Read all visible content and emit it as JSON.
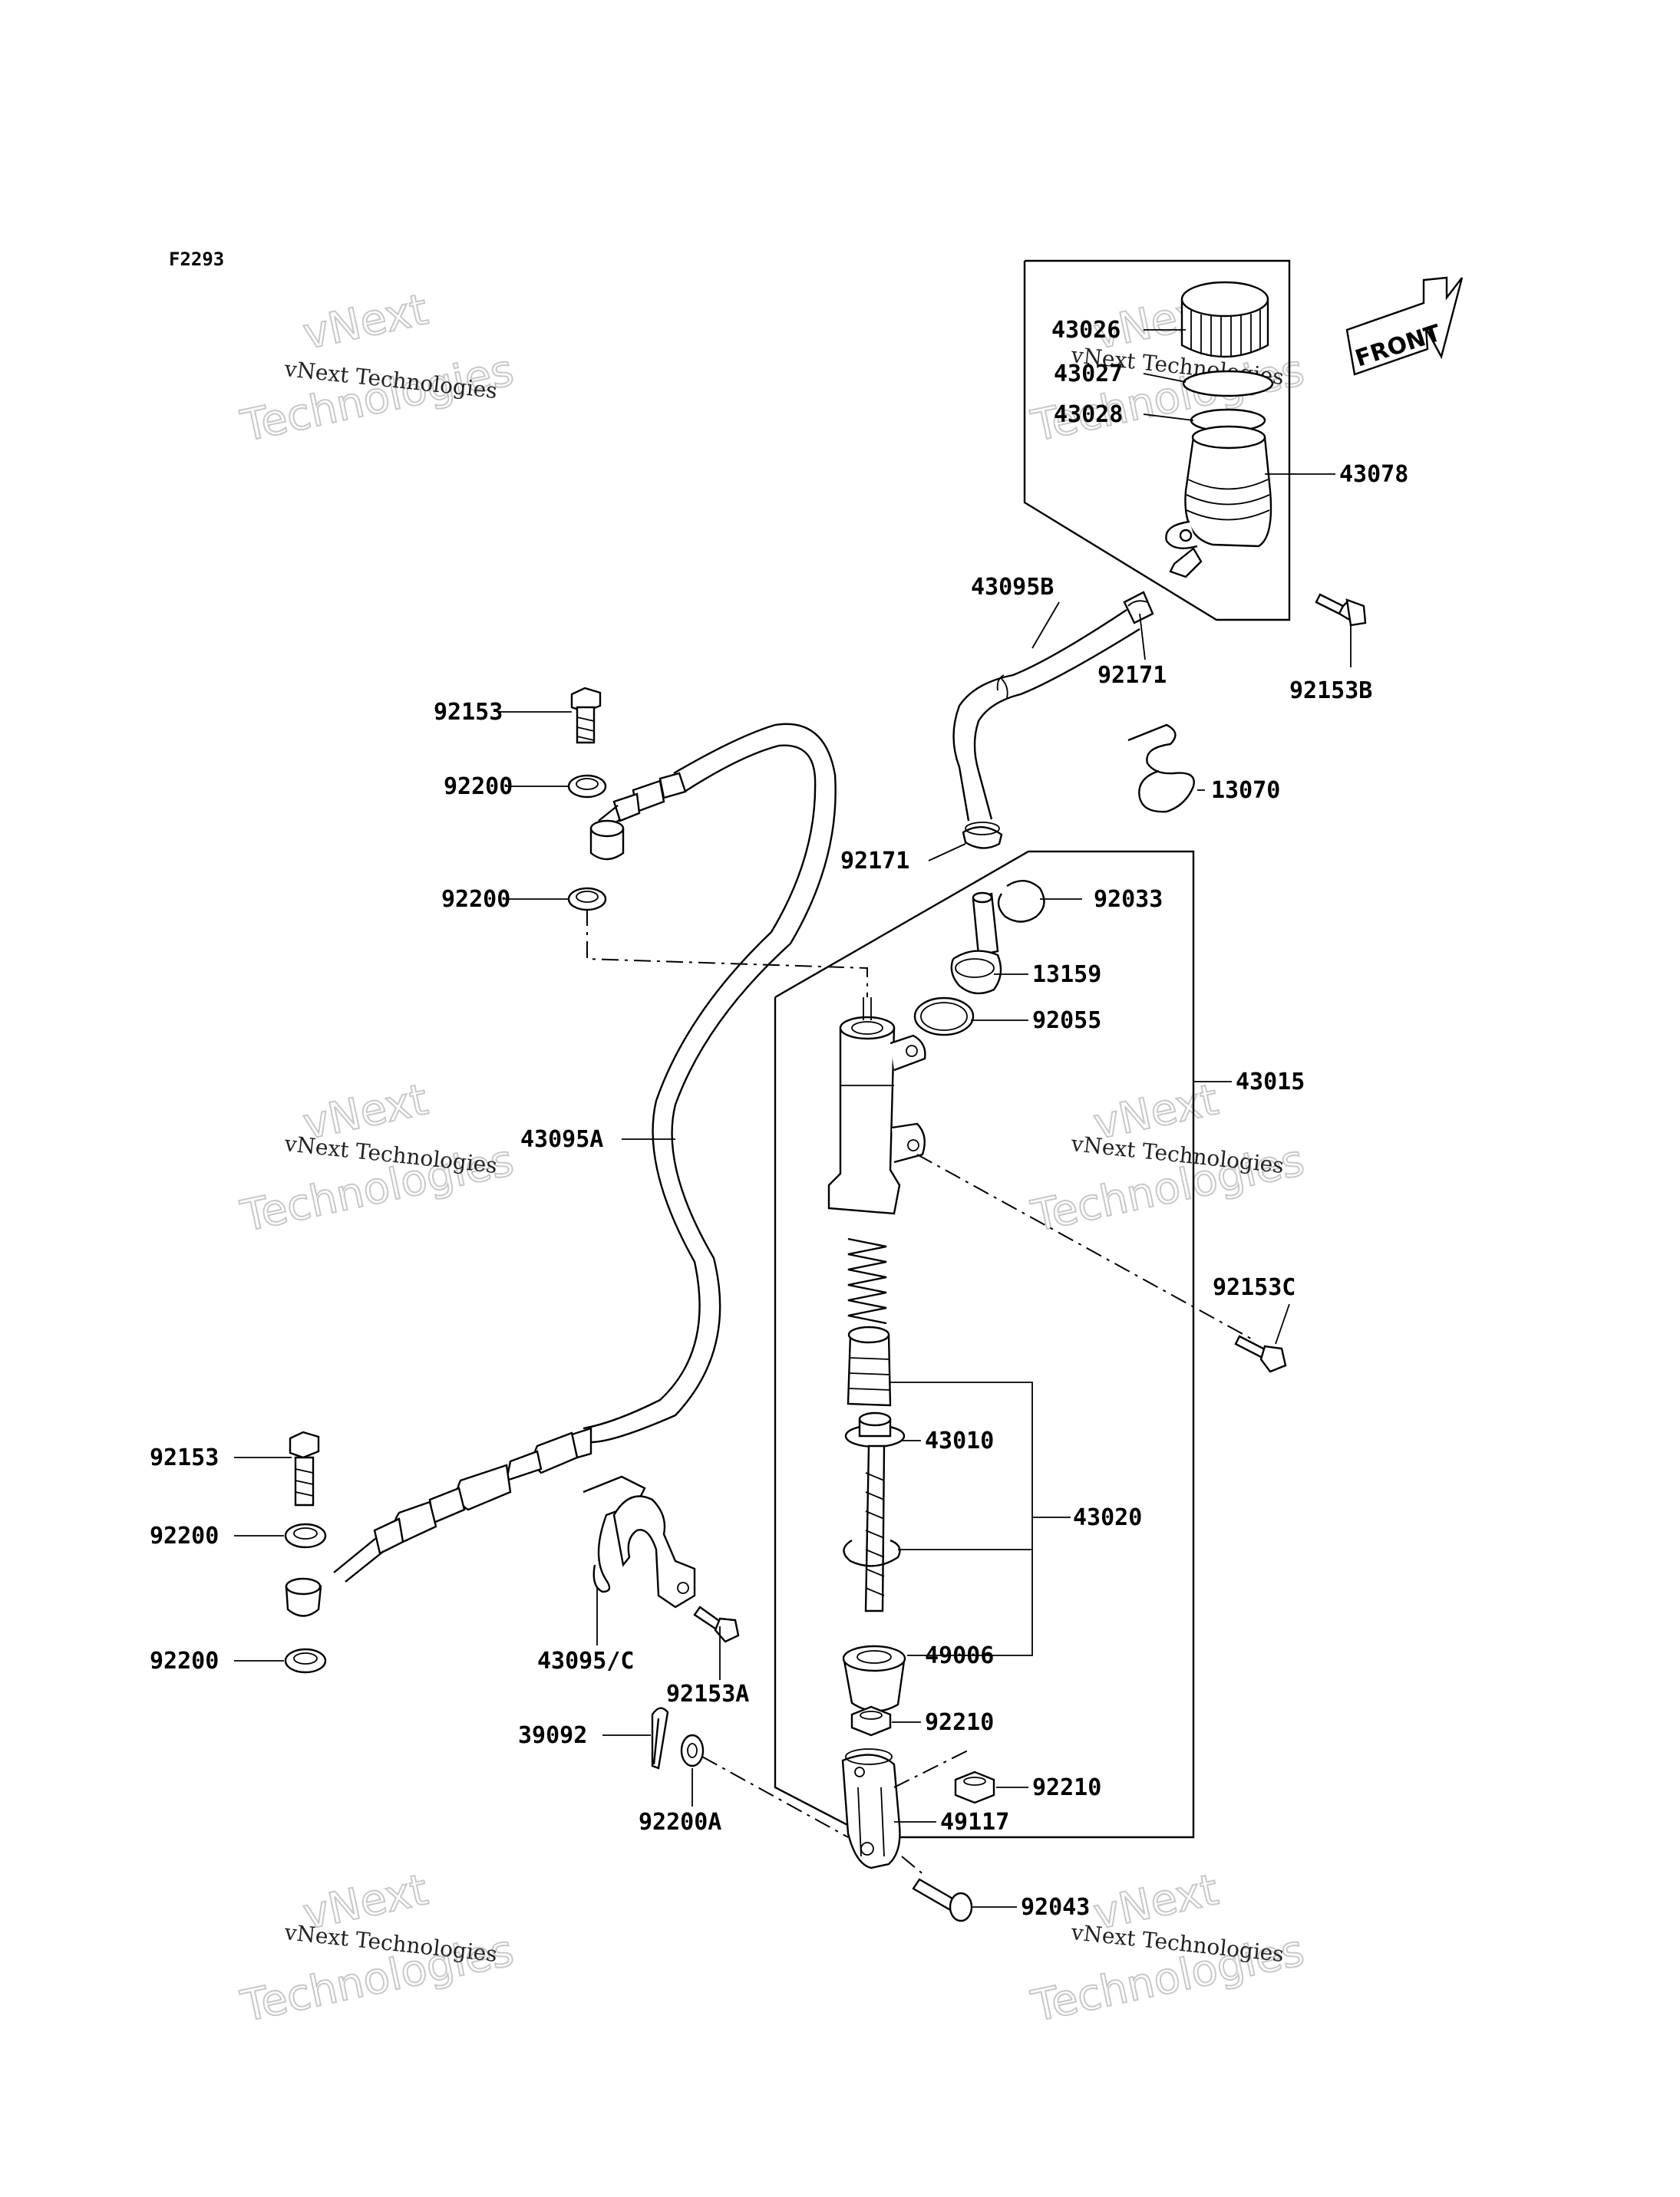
{
  "figure_code": "F2293",
  "front_label": "FRONT",
  "watermark": {
    "text": "vNext Technologies",
    "big_line1": "vNext",
    "big_line2": "Technologies"
  },
  "parts": [
    {
      "id": "p43026",
      "number": "43026"
    },
    {
      "id": "p43027",
      "number": "43027"
    },
    {
      "id": "p43028",
      "number": "43028"
    },
    {
      "id": "p43078",
      "number": "43078"
    },
    {
      "id": "p43095B",
      "number": "43095B"
    },
    {
      "id": "p92171a",
      "number": "92171"
    },
    {
      "id": "p92153B",
      "number": "92153B"
    },
    {
      "id": "p92153a",
      "number": "92153"
    },
    {
      "id": "p92200a",
      "number": "92200"
    },
    {
      "id": "p13070",
      "number": "13070"
    },
    {
      "id": "p92171b",
      "number": "92171"
    },
    {
      "id": "p92033",
      "number": "92033"
    },
    {
      "id": "p92200b",
      "number": "92200"
    },
    {
      "id": "p13159",
      "number": "13159"
    },
    {
      "id": "p92055",
      "number": "92055"
    },
    {
      "id": "p43015",
      "number": "43015"
    },
    {
      "id": "p43095A",
      "number": "43095A"
    },
    {
      "id": "p92153C",
      "number": "92153C"
    },
    {
      "id": "p43010",
      "number": "43010"
    },
    {
      "id": "p92153b",
      "number": "92153"
    },
    {
      "id": "p43020",
      "number": "43020"
    },
    {
      "id": "p92200c",
      "number": "92200"
    },
    {
      "id": "p49006",
      "number": "49006"
    },
    {
      "id": "p43095C",
      "number": "43095/C"
    },
    {
      "id": "p92153A",
      "number": "92153A"
    },
    {
      "id": "p92200d",
      "number": "92200"
    },
    {
      "id": "p92210a",
      "number": "92210"
    },
    {
      "id": "p39092",
      "number": "39092"
    },
    {
      "id": "p92210b",
      "number": "92210"
    },
    {
      "id": "p49117",
      "number": "49117"
    },
    {
      "id": "p92200A",
      "number": "92200A"
    },
    {
      "id": "p92043",
      "number": "92043"
    }
  ]
}
